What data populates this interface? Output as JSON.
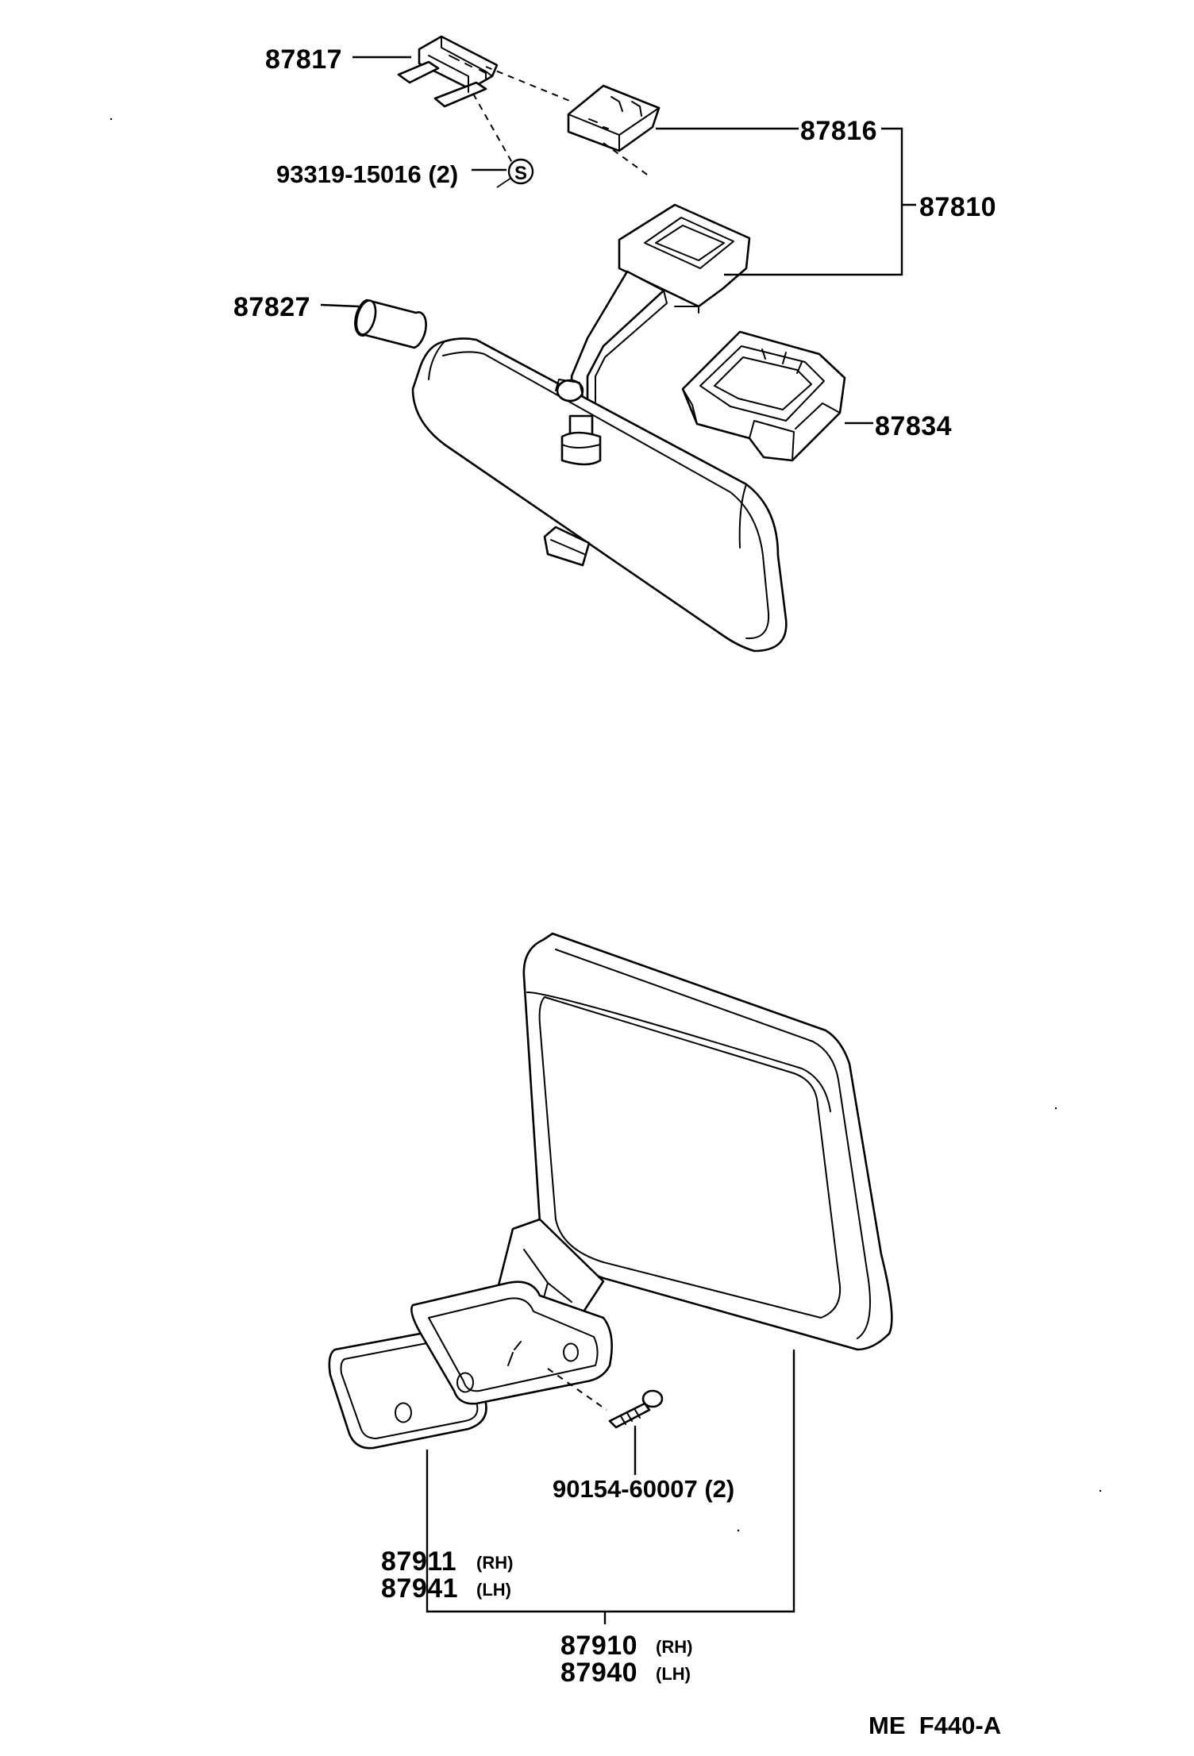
{
  "diagram_code": "ME  F440-A",
  "callouts": {
    "p87817": "87817",
    "p87816": "87816",
    "p87810": "87810",
    "p93319": "93319-15016 (2)",
    "s_symbol": "S",
    "p87827": "87827",
    "p87834": "87834",
    "p90154": "90154-60007 (2)",
    "p87911": "87911",
    "p87911_sfx": "(RH)",
    "p87941": "87941",
    "p87941_sfx": "(LH)",
    "p87910": "87910",
    "p87910_sfx": "(RH)",
    "p87940": "87940",
    "p87940_sfx": "(LH)"
  },
  "icons": {
    "clip_87817": "mirror-stay-clip-icon",
    "bracket_87816": "mirror-bracket-icon",
    "stay_87810": "mirror-stay-icon",
    "rod_87827": "pin-rod-icon",
    "cover_87834": "stay-cover-icon",
    "inner_mirror": "inner-rear-view-mirror-icon",
    "outer_mirror": "outer-rear-view-mirror-icon",
    "base_87911": "mirror-base-plate-icon",
    "screw_90154": "screw-icon"
  },
  "colors": {
    "ink": "#000000",
    "paper": "#ffffff"
  }
}
